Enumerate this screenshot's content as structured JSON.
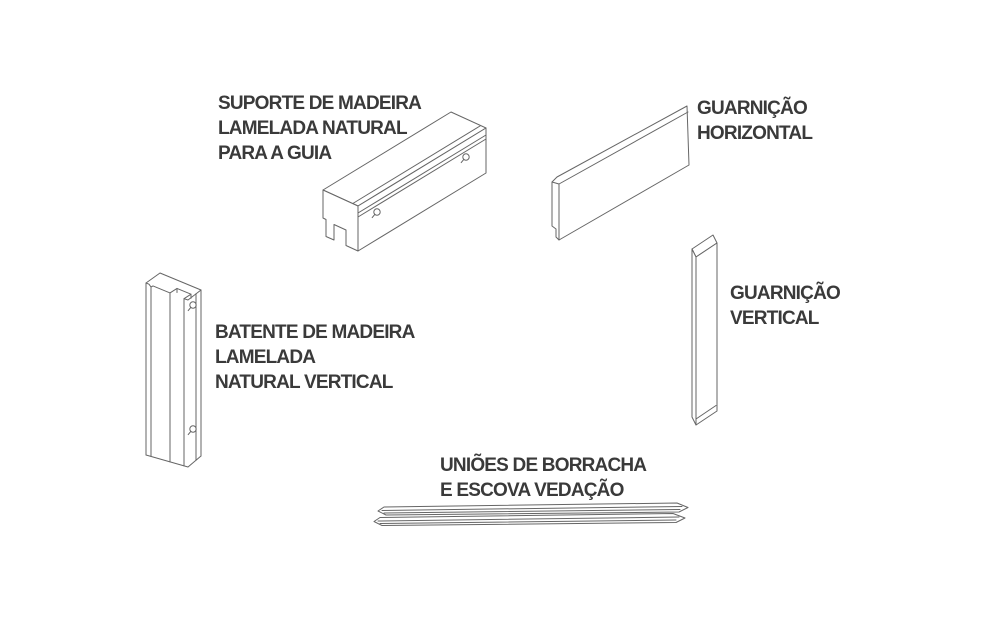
{
  "canvas": {
    "background_color": "#ffffff",
    "line_color": "#666666",
    "text_color": "#3a3a3a"
  },
  "diagram": {
    "labels": {
      "suporte": {
        "lines": [
          "SUPORTE DE MADEIRA",
          "LAMELADA NATURAL",
          "PARA A GUIA"
        ]
      },
      "guarnicao_horizontal": {
        "lines": [
          "GUARNIÇÃO",
          "HORIZONTAL"
        ]
      },
      "guarnicao_vertical": {
        "lines": [
          "GUARNIÇÃO",
          "VERTICAL"
        ]
      },
      "batente": {
        "lines": [
          "BATENTE DE MADEIRA",
          "LAMELADA",
          "NATURAL VERTICAL"
        ]
      },
      "unioes": {
        "lines": [
          "UNIÕES DE BORRACHA",
          "E ESCOVA VEDAÇÃO"
        ]
      }
    },
    "parts": [
      "suporte-de-madeira-lamelada-natural-para-a-guia",
      "guarnicao-horizontal",
      "guarnicao-vertical",
      "batente-de-madeira-lamelada-natural-vertical",
      "unioes-de-borracha-e-escova-vedacao"
    ]
  }
}
